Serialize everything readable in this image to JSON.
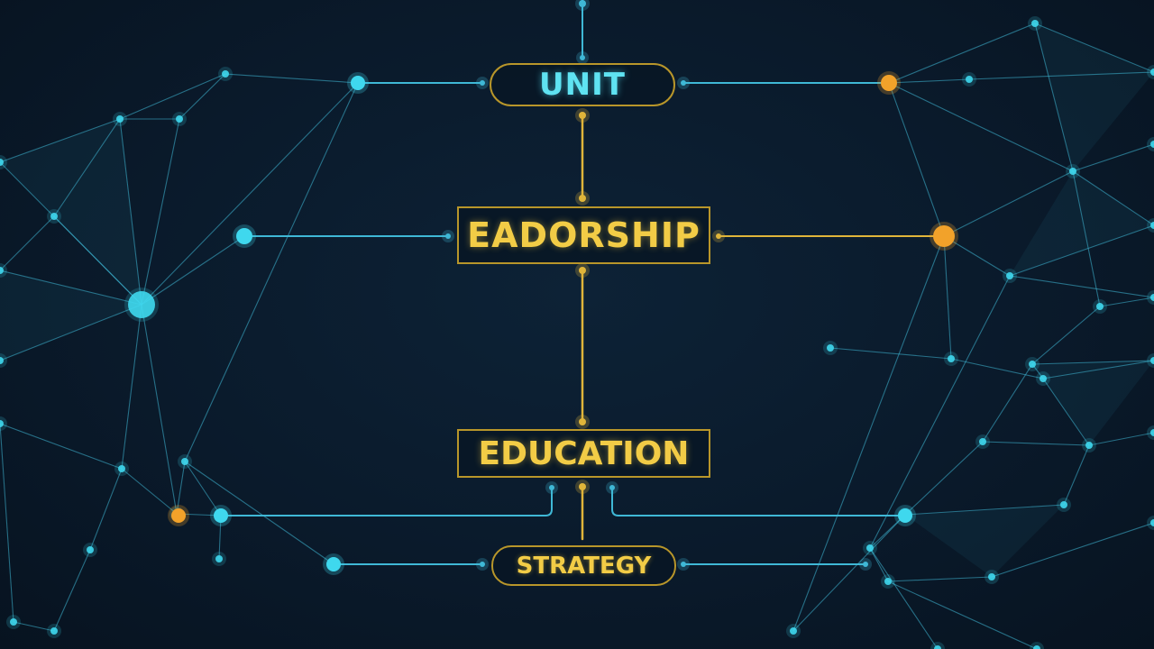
{
  "diagram": {
    "nodes": [
      {
        "id": "unit",
        "label": "UNIT"
      },
      {
        "id": "leadership",
        "label": "EADORSHIP"
      },
      {
        "id": "education",
        "label": "EDUCATION"
      },
      {
        "id": "strategy",
        "label": "STRATEGY"
      }
    ],
    "colors": {
      "background": "#0a1a2b",
      "network_line": "#3fb8d6",
      "network_node": "#3fd8ee",
      "accent_gold": "#e0b53a",
      "accent_orange": "#f2a22a",
      "unit_text": "#5fe3f2",
      "label_text": "#f2cc46"
    }
  }
}
